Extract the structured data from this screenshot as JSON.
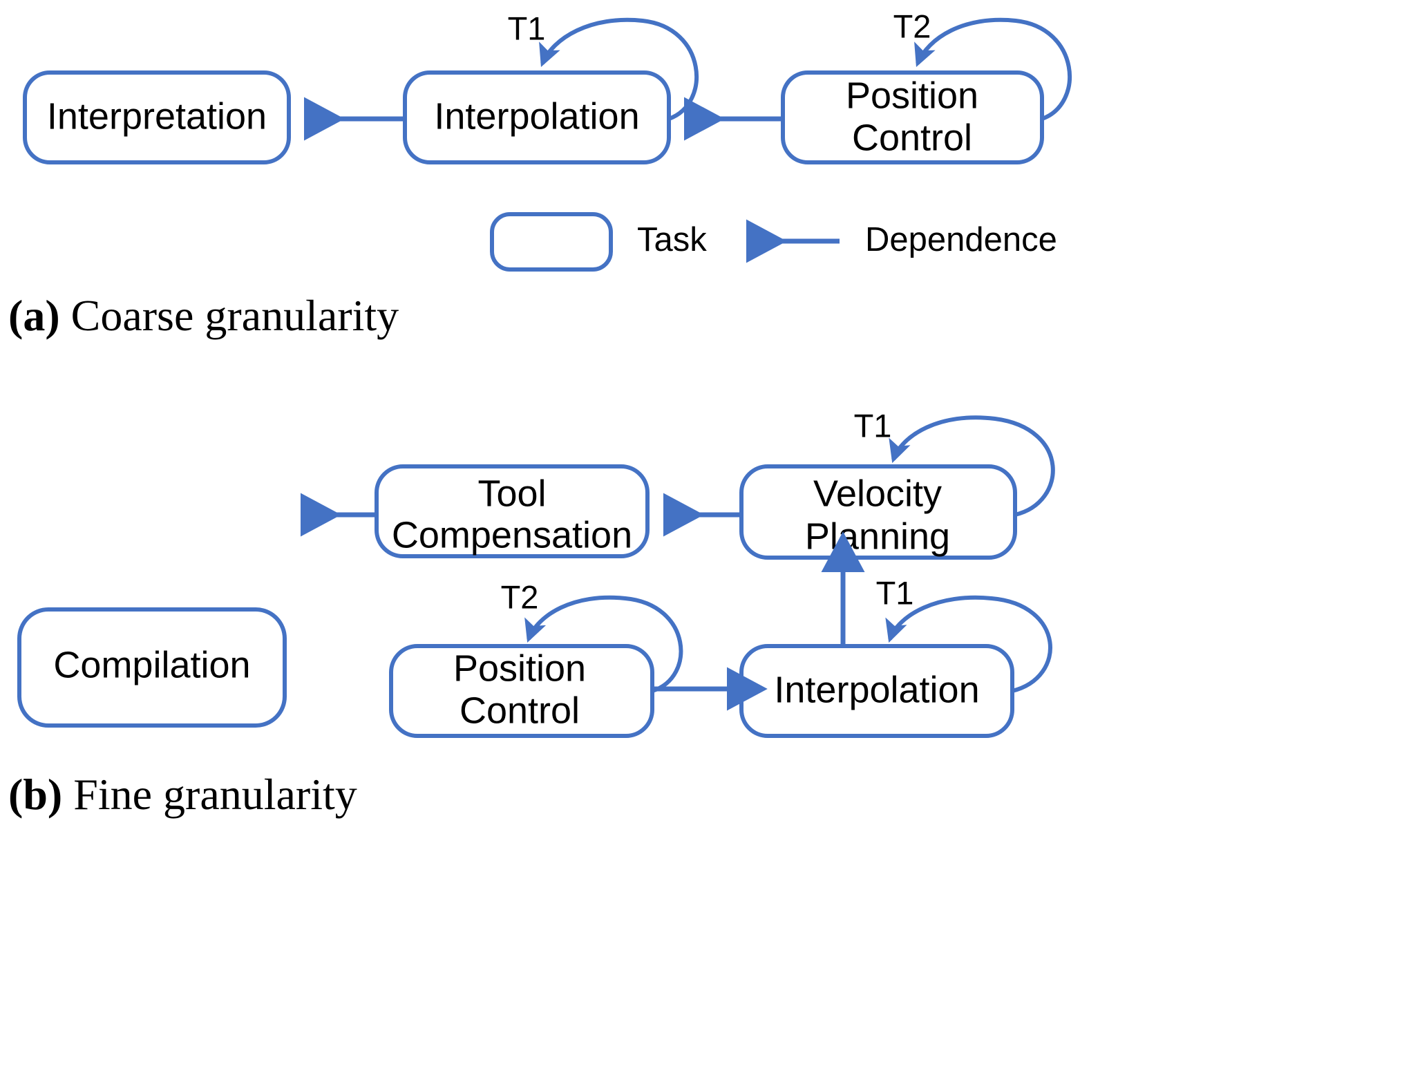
{
  "figure": {
    "legend": {
      "task_label": "Task",
      "dependence_label": "Dependence"
    },
    "colors": {
      "edge": "#4472C4",
      "node_border": "#4472C4",
      "node_fill": "#ffffff",
      "text": "#000000",
      "background": "#ffffff"
    },
    "panels": [
      {
        "id": "a",
        "caption_tag": "(a)",
        "caption_text": " Coarse granularity",
        "nodes": [
          {
            "id": "interpretation",
            "label": "Interpretation"
          },
          {
            "id": "interpolation",
            "label": "Interpolation"
          },
          {
            "id": "position-control",
            "label_line1": "Position",
            "label_line2": "Control"
          }
        ],
        "self_loops": [
          {
            "on": "interpolation",
            "label": "T1"
          },
          {
            "on": "position-control",
            "label": "T2"
          }
        ],
        "edges": [
          {
            "from": "interpolation",
            "to": "interpretation"
          },
          {
            "from": "position-control",
            "to": "interpolation"
          }
        ]
      },
      {
        "id": "b",
        "caption_tag": "(b)",
        "caption_text": " Fine granularity",
        "nodes": [
          {
            "id": "compilation",
            "label": "Compilation"
          },
          {
            "id": "tool-compensation",
            "label_line1": "Tool",
            "label_line2": "Compensation"
          },
          {
            "id": "velocity-planning",
            "label_line1": "Velocity",
            "label_line2": "Planning"
          },
          {
            "id": "position-control-2",
            "label_line1": "Position",
            "label_line2": "Control"
          },
          {
            "id": "interpolation-2",
            "label": "Interpolation"
          }
        ],
        "self_loops": [
          {
            "on": "velocity-planning",
            "label": "T1"
          },
          {
            "on": "position-control-2",
            "label": "T2"
          },
          {
            "on": "interpolation-2",
            "label": "T1"
          }
        ],
        "edges": [
          {
            "from": "tool-compensation",
            "to": "compilation"
          },
          {
            "from": "velocity-planning",
            "to": "tool-compensation"
          },
          {
            "from": "position-control-2",
            "to": "interpolation-2"
          },
          {
            "from": "interpolation-2",
            "to": "velocity-planning"
          }
        ]
      }
    ]
  }
}
